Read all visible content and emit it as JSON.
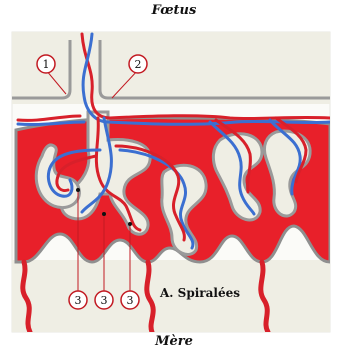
{
  "diagram": {
    "top_label": "Fœtus",
    "bottom_label": "Mère",
    "spiral_arteries_label": "A. Spiralées",
    "markers": [
      "1",
      "2",
      "3",
      "3",
      "3"
    ]
  },
  "colors": {
    "maternal_blood": "#e8202a",
    "fetal_artery": "#d8202a",
    "fetal_vein": "#3b6fd1",
    "membrane": "#9a9a9a",
    "tissue": "#efeee4"
  }
}
